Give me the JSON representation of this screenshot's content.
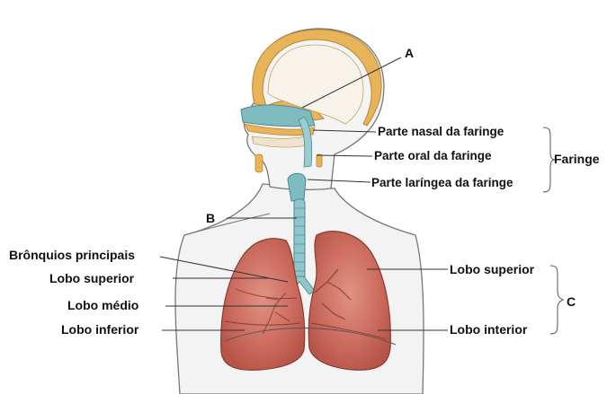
{
  "letters": {
    "a": "A",
    "b": "B",
    "c": "C"
  },
  "pharynx": {
    "group_label": "Faringe",
    "parts": [
      "Parte nasal da faringe",
      "Parte oral da faringe",
      "Parte laríngea da faringe"
    ]
  },
  "left_labels": {
    "bronchi": "Brônquios principais",
    "upper_lobe": "Lobo superior",
    "middle_lobe": "Lobo médio",
    "lower_lobe": "Lobo inferior"
  },
  "right_labels": {
    "upper_lobe": "Lobo superior",
    "lower_lobe": "Lobo interior"
  },
  "colors": {
    "skull_bone": "#e8b45a",
    "airway": "#7fbcc0",
    "lung": "#c8665a",
    "lung_light": "#dd8a7c",
    "lung_outline": "#8a3b33",
    "body_outline": "#777777"
  }
}
